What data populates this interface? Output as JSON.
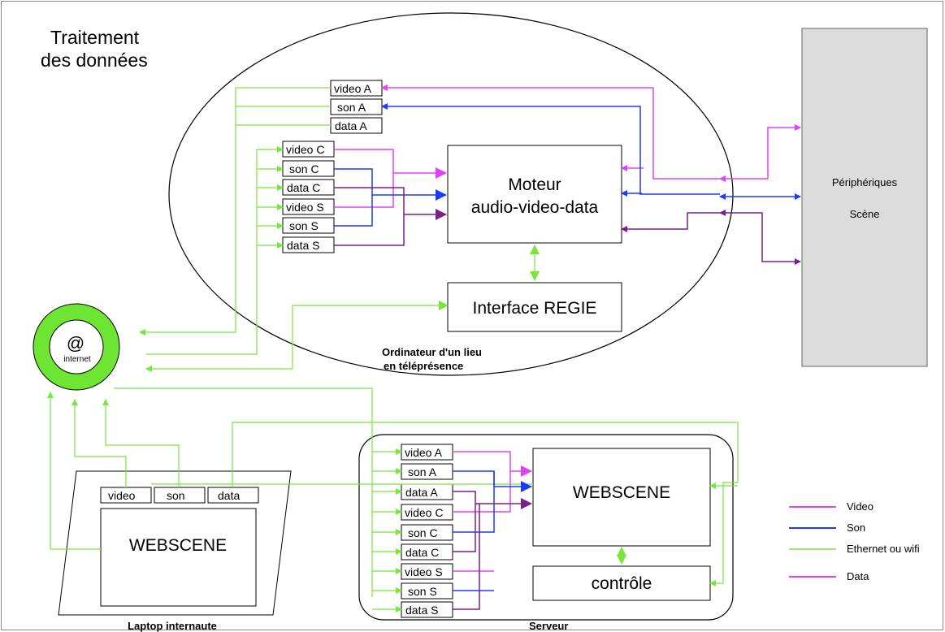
{
  "title": {
    "line1": "Traitement",
    "line2": "des données"
  },
  "internet": {
    "symbol": "@",
    "label": "internet"
  },
  "telepresence": {
    "label_line1": "Ordinateur d'un lieu",
    "label_line2": "en téléprésence",
    "channels_a": [
      "video A",
      "son A",
      "data A"
    ],
    "channels_cs": [
      "video C",
      "son C",
      "data C",
      "video S",
      "son S",
      "data S"
    ],
    "engine_line1": "Moteur",
    "engine_line2": "audio-video-data",
    "interface": "Interface REGIE"
  },
  "peripherals": {
    "line1": "Périphériques",
    "line2": "Scène"
  },
  "laptop": {
    "label": "Laptop internaute",
    "tabs": [
      "video",
      "son",
      "data"
    ],
    "screen": "WEBSCENE"
  },
  "server": {
    "label": "Serveur",
    "channels": [
      "video A",
      "son A",
      "data A",
      "video C",
      "son C",
      "data C",
      "video S",
      "son S",
      "data S"
    ],
    "webscene": "WEBSCENE",
    "control": "contrôle"
  },
  "legend": [
    {
      "label": "Video",
      "color": "#e040fb"
    },
    {
      "label": "Son",
      "color": "#1a3cff"
    },
    {
      "label": "Ethernet ou wifi",
      "color": "#76e83a"
    },
    {
      "label": "Data",
      "color": "#e040fb"
    }
  ],
  "colors": {
    "video": "#e040fb",
    "son": "#1a3cff",
    "ethernet": "#76e83a",
    "data": "#7b1f8a",
    "internet_ring": "#6ee533",
    "peripheral_bg": "#dcdcdc"
  }
}
